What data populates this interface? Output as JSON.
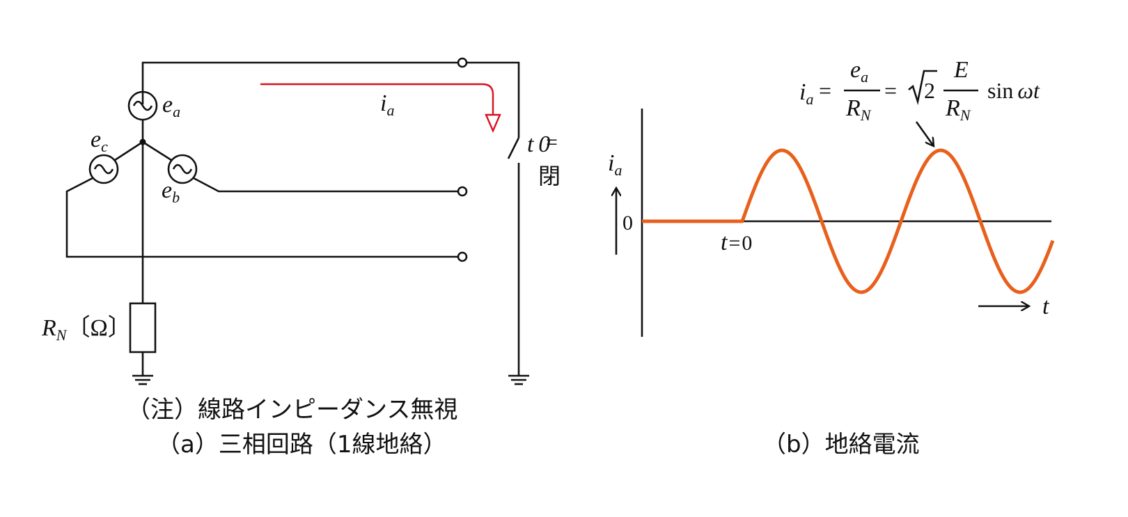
{
  "circuit": {
    "source_a_label": "e",
    "source_a_sub": "a",
    "source_b_label": "e",
    "source_b_sub": "b",
    "source_c_label": "e",
    "source_c_sub": "c",
    "current_label": "i",
    "current_sub": "a",
    "switch_label": "t 0",
    "switch_eq": "=",
    "switch_state": "閉",
    "resistor_label": "R",
    "resistor_sub": "N",
    "resistor_unit": "〔Ω〕",
    "note": "（注）線路インピーダンス無視",
    "caption": "（a）三相回路（1線地絡）"
  },
  "waveform": {
    "y_label": "i",
    "y_label_sub": "a",
    "zero_label": "0",
    "t0_label": "t",
    "t0_eq": "=",
    "t0_value": "0",
    "t_label": "t",
    "formula": {
      "lhs": "i",
      "lhs_sub": "a",
      "eq1": "=",
      "frac1_num": "e",
      "frac1_num_sub": "a",
      "frac1_den": "R",
      "frac1_den_sub": "N",
      "eq2": "=",
      "sqrt_arg": "2",
      "frac2_num": "E",
      "frac2_den": "R",
      "frac2_den_sub": "N",
      "func": "sin",
      "omega": "ω",
      "var": "t"
    },
    "caption": "（b）地絡電流",
    "wave_color": "#e8601c"
  },
  "colors": {
    "line": "#111111",
    "current_arrow": "#d9101e",
    "wave": "#e8601c"
  },
  "chart_data": {
    "type": "line",
    "x": [
      "t=0",
      "t"
    ],
    "series": [
      {
        "name": "i_a",
        "description_only": false,
        "values": [
          0,
          1,
          0,
          -1,
          0,
          1,
          0,
          -1,
          0
        ]
      }
    ]
  }
}
